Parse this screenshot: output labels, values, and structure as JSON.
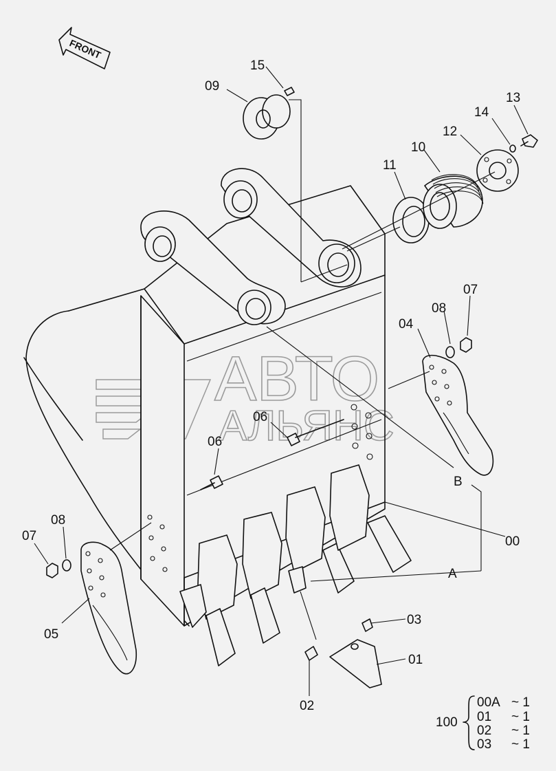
{
  "orientation": {
    "arrow_text": "FRONT"
  },
  "callouts": {
    "p00": "00",
    "p01": "01",
    "p02": "02",
    "p03": "03",
    "p04": "04",
    "p05": "05",
    "p06a": "06",
    "p06b": "06",
    "p07a": "07",
    "p07b": "07",
    "p08a": "08",
    "p08b": "08",
    "p09": "09",
    "p10": "10",
    "p11": "11",
    "p12": "12",
    "p13": "13",
    "p14": "14",
    "p15": "15",
    "refA": "A",
    "refB": "B"
  },
  "assembly_note": {
    "code": "100",
    "rows": [
      {
        "part": "00A",
        "qty": "~ 1"
      },
      {
        "part": "01",
        "qty": "~ 1"
      },
      {
        "part": "02",
        "qty": "~ 1"
      },
      {
        "part": "03",
        "qty": "~ 1"
      }
    ]
  },
  "watermark": {
    "line1": "АВТО",
    "line2": "АЛЬЯНС"
  },
  "colors": {
    "ink": "#111111",
    "paper": "#f2f2f2",
    "watermark": "#9a9a9a"
  }
}
